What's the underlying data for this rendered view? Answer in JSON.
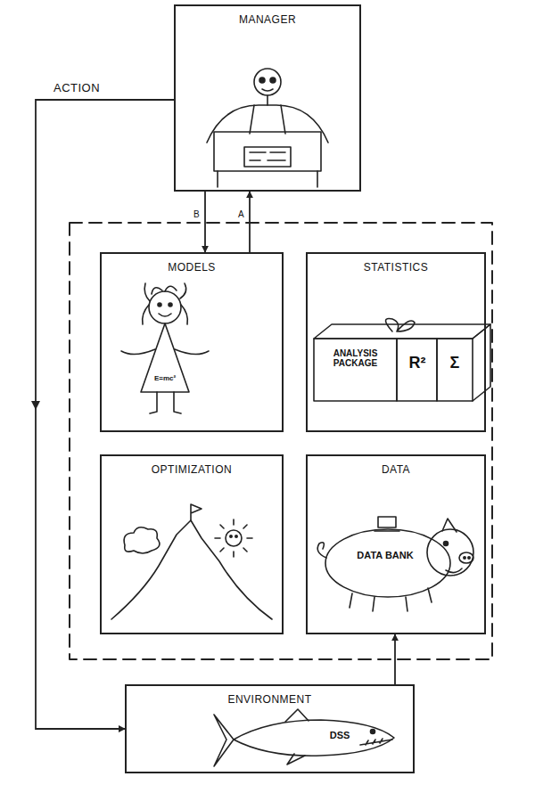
{
  "diagram": {
    "nodes": [
      {
        "text": [
          "MANAGER"
        ]
      },
      {
        "text": [
          "MODELS"
        ]
      },
      {
        "text": [
          "STATISTICS"
        ]
      },
      {
        "text": [
          "OPTIMIZATION"
        ]
      },
      {
        "text": [
          "DATA"
        ]
      },
      {
        "text": [
          "ENVIRONMENT"
        ]
      }
    ],
    "edges": [
      {
        "from": 0,
        "to": 1,
        "label": "B",
        "arrow": "to"
      },
      {
        "from": 1,
        "to": 0,
        "label": "A",
        "arrow": "to"
      },
      {
        "from": 0,
        "to": 5,
        "label": "ACTION",
        "arrow": "to"
      },
      {
        "from": 5,
        "to": 4,
        "arrow": "to"
      }
    ],
    "labels": [
      "E=mc²",
      "ANALYSIS PACKAGE",
      "R²",
      "Σ",
      "DATA BANK",
      "DSS"
    ]
  }
}
